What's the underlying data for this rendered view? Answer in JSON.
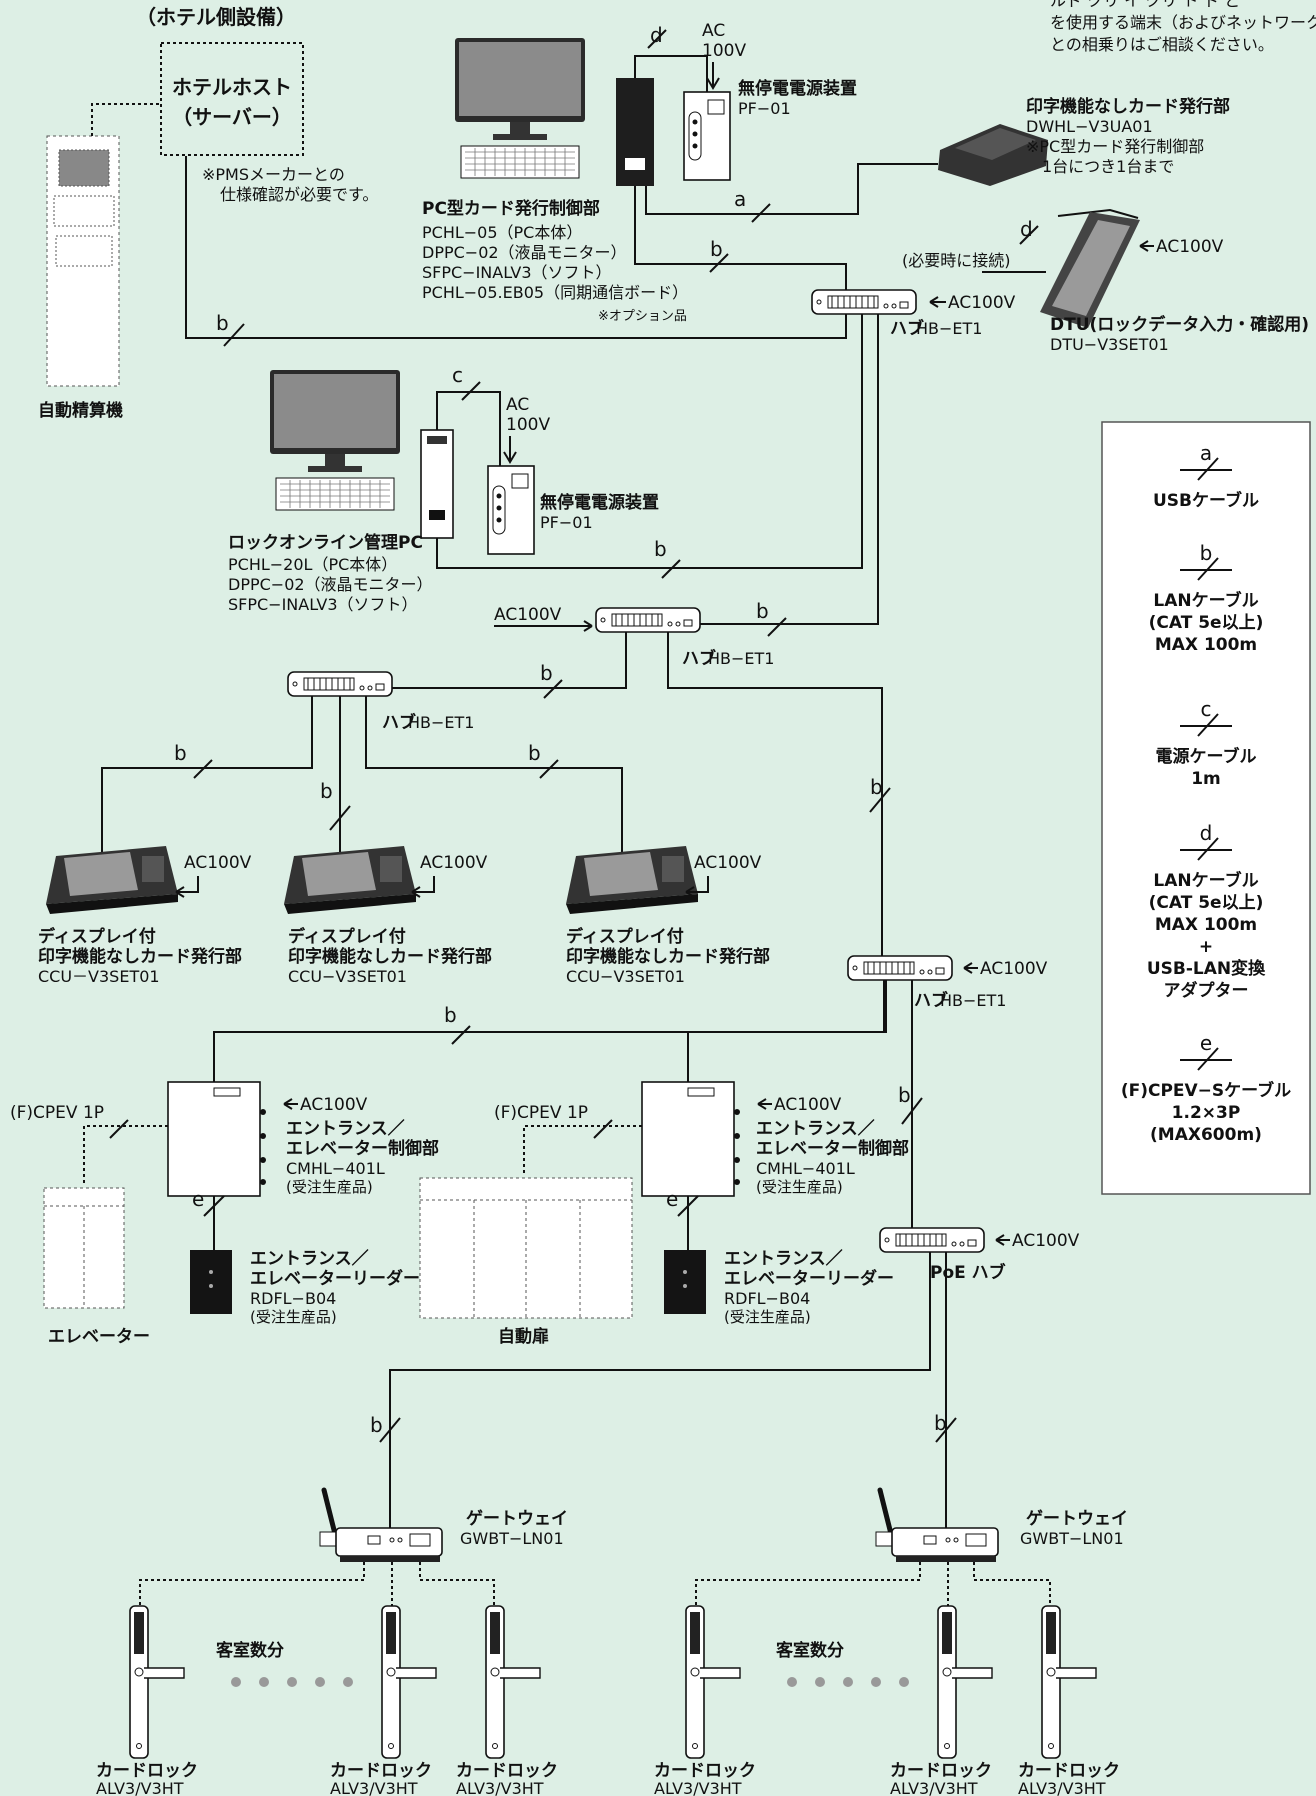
{
  "notes": {
    "top_right": [
      "ルド クリ  イ クリ  ト ド ど",
      "を使用する端末（およびネットワーク",
      "との相乗りはご相談ください。"
    ],
    "pms": [
      "※PMSメーカーとの",
      "仕様確認が必要です。"
    ],
    "option": "※オプション品",
    "dwhl_note": [
      "※PC型カード発行制御部",
      "1台につき1台まで"
    ]
  },
  "hotel": {
    "section": "（ホテル側設備）",
    "host": [
      "ホテルホスト",
      "（サーバー）"
    ]
  },
  "kiosk": "自動精算機",
  "pc_card": {
    "title": "PC型カード発行制御部",
    "lines": [
      "PCHL−05（PC本体）",
      "DPPC−02（液晶モニター）",
      "SFPC−INALV3（ソフト）",
      "PCHL−05.EB05（同期通信ボード）"
    ]
  },
  "ups1": {
    "ac": [
      "AC",
      "100V"
    ],
    "title": "無停電電源装置",
    "model": "PF−01"
  },
  "ups2": {
    "ac": [
      "AC",
      "100V"
    ],
    "title": "無停電電源装置",
    "model": "PF−01"
  },
  "dwhl": {
    "title": "印字機能なしカード発行部",
    "model": "DWHL−V3UA01"
  },
  "dtu": {
    "title": "DTU(ロックデータ入力・確認用)",
    "model": "DTU−V3SET01",
    "connect": "(必要時に接続)",
    "ac": "AC100V"
  },
  "hub": {
    "name": "ハブ",
    "model": "HB−ET1",
    "ac": "AC100V"
  },
  "lock_pc": {
    "title": "ロックオンライン管理PC",
    "lines": [
      "PCHL−20L（PC本体）",
      "DPPC−02（液晶モニター）",
      "SFPC−INALV3（ソフト）"
    ]
  },
  "ccu": {
    "title": [
      "ディスプレイ付",
      "印字機能なしカード発行部"
    ],
    "models": [
      "CCU－V3SET01",
      "CCU−V3SET01",
      "CCU−V3SET01"
    ],
    "ac": "AC100V"
  },
  "controller": {
    "title": [
      "エントランス／",
      "エレベーター制御部"
    ],
    "model": "CMHL−401L",
    "note": "(受注生産品)",
    "ac": "AC100V",
    "cable": "(F)CPEV 1P"
  },
  "reader": {
    "title": [
      "エントランス／",
      "エレベーターリーダー"
    ],
    "model": "RDFL−B04",
    "note": "(受注生産品)"
  },
  "elevator": "エレベーター",
  "auto_door": "自動扉",
  "poe_hub": {
    "name": "PoE ハブ",
    "ac": "AC100V"
  },
  "gateway": {
    "title": "ゲートウェイ",
    "model": "GWBT−LN01"
  },
  "rooms": "客室数分",
  "card_lock": {
    "title": "カードロック",
    "model": "ALV3/V3HT"
  },
  "legend": {
    "items": [
      {
        "letter": "a",
        "lines": [
          "USBケーブル"
        ]
      },
      {
        "letter": "b",
        "lines": [
          "LANケーブル",
          "(CAT 5e以上)",
          "MAX 100m"
        ]
      },
      {
        "letter": "c",
        "lines": [
          "電源ケーブル",
          "1m"
        ]
      },
      {
        "letter": "d",
        "lines": [
          "LANケーブル",
          "(CAT 5e以上)",
          "MAX 100m",
          "+",
          "USB-LAN変換",
          "アダプター"
        ]
      },
      {
        "letter": "e",
        "lines": [
          "(F)CPEV−Sケーブル",
          "1.2×3P",
          "(MAX600m)"
        ]
      }
    ]
  },
  "cable_letters": {
    "a": "a",
    "b": "b",
    "c": "c",
    "d": "d",
    "e": "e"
  },
  "colors": {
    "background": "#ddefe5",
    "line": "#111111",
    "device_dark": "#2a2a2a"
  }
}
